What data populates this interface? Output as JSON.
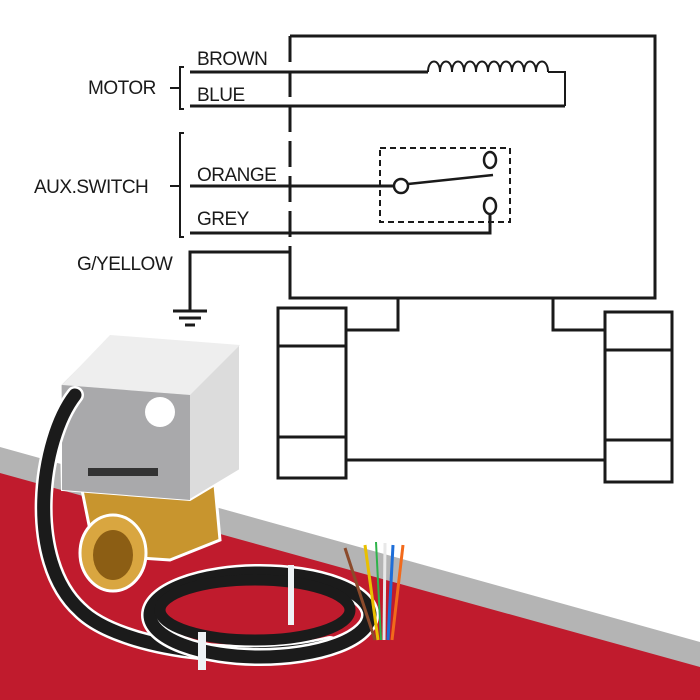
{
  "diagram": {
    "groups": {
      "motor": "MOTOR",
      "aux_switch": "AUX.SWITCH"
    },
    "wires": {
      "brown": "BROWN",
      "blue": "BLUE",
      "orange": "ORANGE",
      "grey": "GREY",
      "earth": "G/YELLOW"
    }
  },
  "colors": {
    "background_red": "#c01b2d",
    "background_grey": "#b4b4b4",
    "line": "#1a1a1a"
  }
}
